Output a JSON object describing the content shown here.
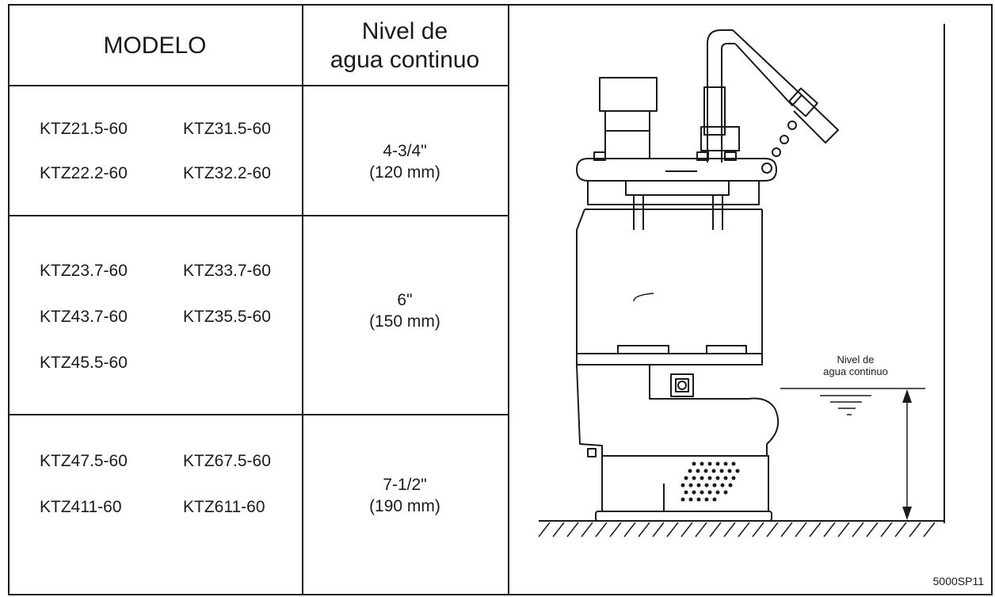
{
  "table": {
    "header_model": "MODELO",
    "header_level_line1": "Nivel de",
    "header_level_line2": "agua continuo",
    "rows": [
      {
        "models": [
          "KTZ21.5-60",
          "KTZ31.5-60",
          "KTZ22.2-60",
          "KTZ32.2-60"
        ],
        "level_in": "4-3/4\"",
        "level_mm": "(120 mm)"
      },
      {
        "models": [
          "KTZ23.7-60",
          "KTZ33.7-60",
          "KTZ43.7-60",
          "KTZ35.5-60",
          "KTZ45.5-60"
        ],
        "level_in": "6\"",
        "level_mm": "(150 mm)"
      },
      {
        "models": [
          "KTZ47.5-60",
          "KTZ67.5-60",
          "KTZ411-60",
          "KTZ611-60"
        ],
        "level_in": "7-1/2\"",
        "level_mm": "(190 mm)"
      }
    ]
  },
  "figure": {
    "label_line1": "Nivel de",
    "label_line2": "agua continuo",
    "code": "5000SP11"
  }
}
